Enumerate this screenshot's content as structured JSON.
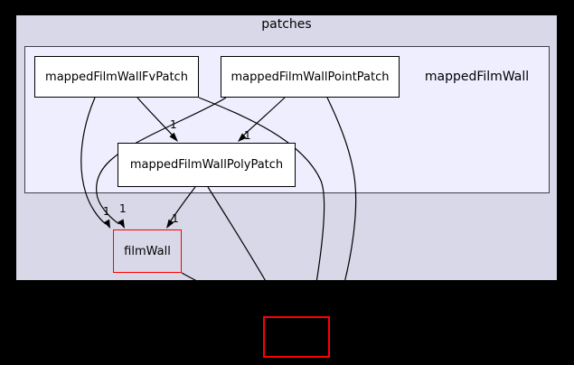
{
  "graph": {
    "clusters": {
      "outer": {
        "label": "patches"
      },
      "inner": {
        "label": "mappedFilmWall"
      }
    },
    "nodes": {
      "fvPatch": {
        "label": "mappedFilmWallFvPatch"
      },
      "pointPatch": {
        "label": "mappedFilmWallPointPatch"
      },
      "polyPatch": {
        "label": "mappedFilmWallPolyPatch"
      },
      "filmWall": {
        "label": "filmWall"
      },
      "truncated": {
        "label": ""
      }
    },
    "edge_labels": [
      {
        "text": "1"
      },
      {
        "text": "1"
      },
      {
        "text": "1"
      },
      {
        "text": "1"
      },
      {
        "text": "1"
      }
    ],
    "colors": {
      "background": "#000000",
      "outer_fill": "#d8d8e8",
      "inner_fill": "#eeeeff",
      "node_fill": "#ffffff",
      "node_border": "#000000",
      "highlight_border": "#ff0000",
      "edge": "#000000"
    }
  }
}
